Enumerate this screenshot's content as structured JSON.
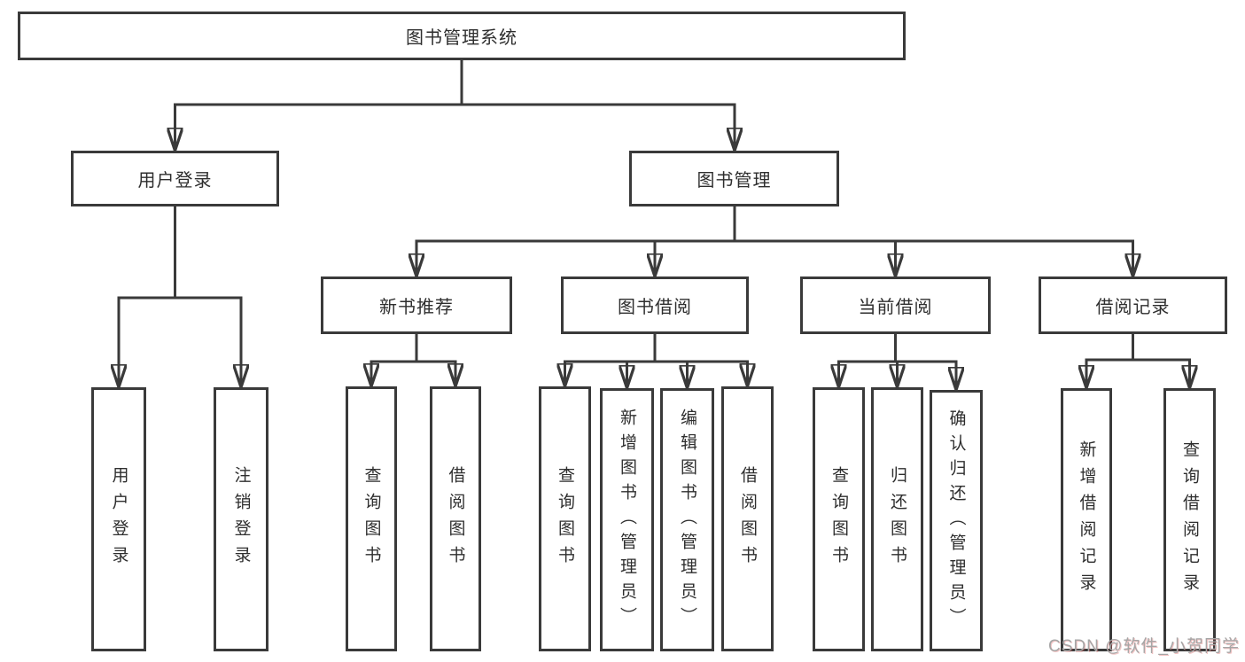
{
  "diagram": {
    "root": {
      "label": "图书管理系统"
    },
    "level2": [
      {
        "label": "用户登录"
      },
      {
        "label": "图书管理"
      }
    ],
    "level3": [
      {
        "label": "新书推荐"
      },
      {
        "label": "图书借阅"
      },
      {
        "label": "当前借阅"
      },
      {
        "label": "借阅记录"
      }
    ],
    "leaves": {
      "user_login": [
        {
          "label": "用户登录"
        },
        {
          "label": "注销登录"
        }
      ],
      "new_book": [
        {
          "label": "查询图书"
        },
        {
          "label": "借阅图书"
        }
      ],
      "book_borrow": [
        {
          "label": "查询图书"
        },
        {
          "label": "新增图书（管理员）"
        },
        {
          "label": "编辑图书（管理员）"
        },
        {
          "label": "借阅图书"
        }
      ],
      "current_borrow": [
        {
          "label": "查询图书"
        },
        {
          "label": "归还图书"
        },
        {
          "label": "确认归还（管理员）"
        }
      ],
      "borrow_record": [
        {
          "label": "新增借阅记录"
        },
        {
          "label": "查询借阅记录"
        }
      ]
    },
    "watermark": "CSDN @软件_小贺同学",
    "colors": {
      "line": "#3a3a3a",
      "text": "#2e2e2e",
      "watermark": "#a6a6a6",
      "background": "#ffffff"
    }
  }
}
